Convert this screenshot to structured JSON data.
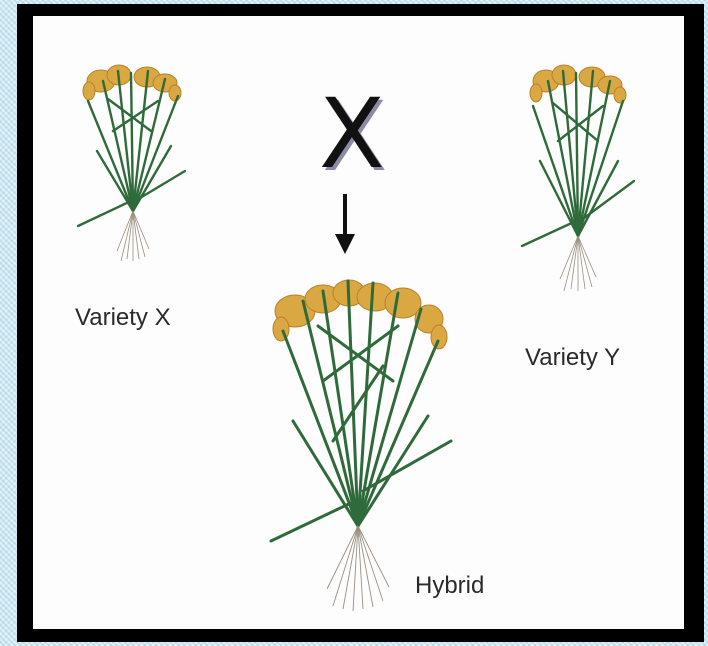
{
  "diagram": {
    "cross_symbol": "X",
    "labels": {
      "variety_x": "Variety X",
      "variety_y": "Variety Y",
      "hybrid": "Hybrid"
    },
    "colors": {
      "leaf": "#2f6b3a",
      "leaf_dark": "#1e4b27",
      "grain": "#d9a43a",
      "grain_dark": "#b77a1e",
      "root": "#9a8f80",
      "frame": "#000000",
      "border": "#c9e6f1"
    }
  }
}
